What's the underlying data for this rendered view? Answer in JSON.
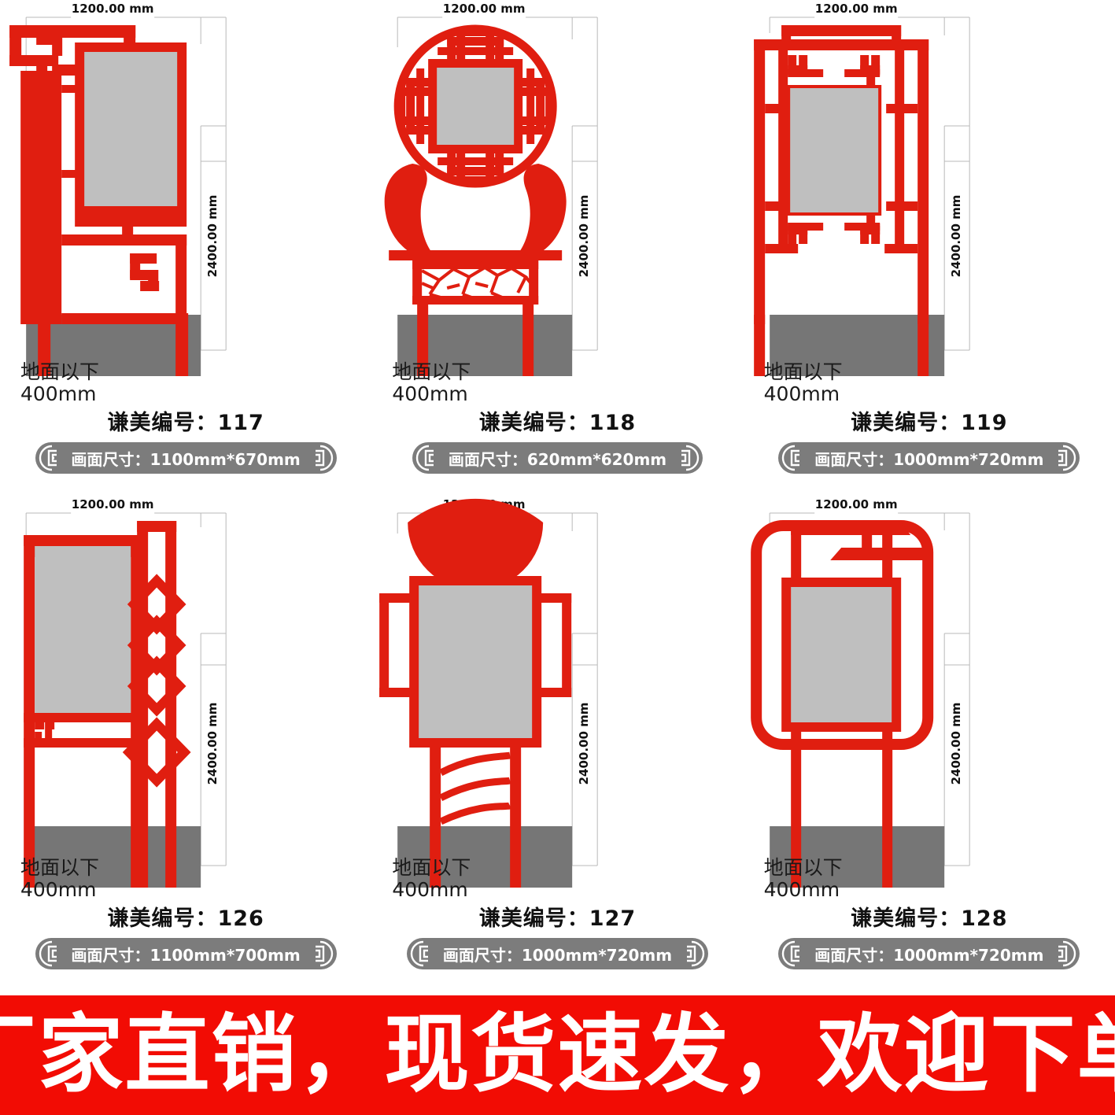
{
  "page": {
    "background_color": "#ffffff",
    "red": "#e01e10",
    "banner_red": "#f20c04",
    "ground_gray": "#767676",
    "panel_gray": "#bfbfbf",
    "badge_gray": "#7c7c7c"
  },
  "common": {
    "width_dimension": "1200.00 mm",
    "height_dimension": "2400.00 mm",
    "ground_label": "地面以下\n400mm",
    "model_prefix": "谦美编号：",
    "size_prefix": "画面尺寸："
  },
  "products": [
    {
      "id": "117",
      "model_label": "谦美编号：117",
      "size_label": "画面尺寸：1100mm*670mm",
      "ground_label": "地面以下\n400mm",
      "width_dimension": "1200.00 mm",
      "height_dimension": "2400.00 mm",
      "style": "chinese-fret-asymmetric",
      "panel_size": "1100mm*670mm"
    },
    {
      "id": "118",
      "model_label": "谦美编号：118",
      "size_label": "画面尺寸：620mm*620mm",
      "ground_label": "地面以下\n400mm",
      "width_dimension": "1200.00 mm",
      "height_dimension": "2400.00 mm",
      "style": "circular-lattice-with-ice-crack-base",
      "panel_size": "620mm*620mm"
    },
    {
      "id": "119",
      "model_label": "谦美编号：119",
      "size_label": "画面尺寸：1000mm*720mm",
      "ground_label": "地面以下\n400mm",
      "width_dimension": "1200.00 mm",
      "height_dimension": "2400.00 mm",
      "style": "double-frame-bracket",
      "panel_size": "1000mm*720mm"
    },
    {
      "id": "126",
      "model_label": "谦美编号：126",
      "size_label": "画面尺寸：1100mm*700mm",
      "ground_label": "地面以下\n400mm",
      "width_dimension": "1200.00 mm",
      "height_dimension": "2400.00 mm",
      "style": "side-diamond-column",
      "panel_size": "1100mm*700mm"
    },
    {
      "id": "127",
      "model_label": "谦美编号：127",
      "size_label": "画面尺寸：1000mm*720mm",
      "ground_label": "地面以下\n400mm",
      "width_dimension": "1200.00 mm",
      "height_dimension": "2400.00 mm",
      "style": "fan-top-with-arc-legs",
      "panel_size": "1000mm*720mm"
    },
    {
      "id": "128",
      "model_label": "谦美编号：128",
      "size_label": "画面尺寸：1000mm*720mm",
      "ground_label": "地面以下\n400mm",
      "width_dimension": "1200.00 mm",
      "height_dimension": "2400.00 mm",
      "style": "rounded-frame-with-banner-top",
      "panel_size": "1000mm*720mm"
    }
  ],
  "banner": {
    "text": "厂家直销，现货速发，欢迎下单"
  }
}
